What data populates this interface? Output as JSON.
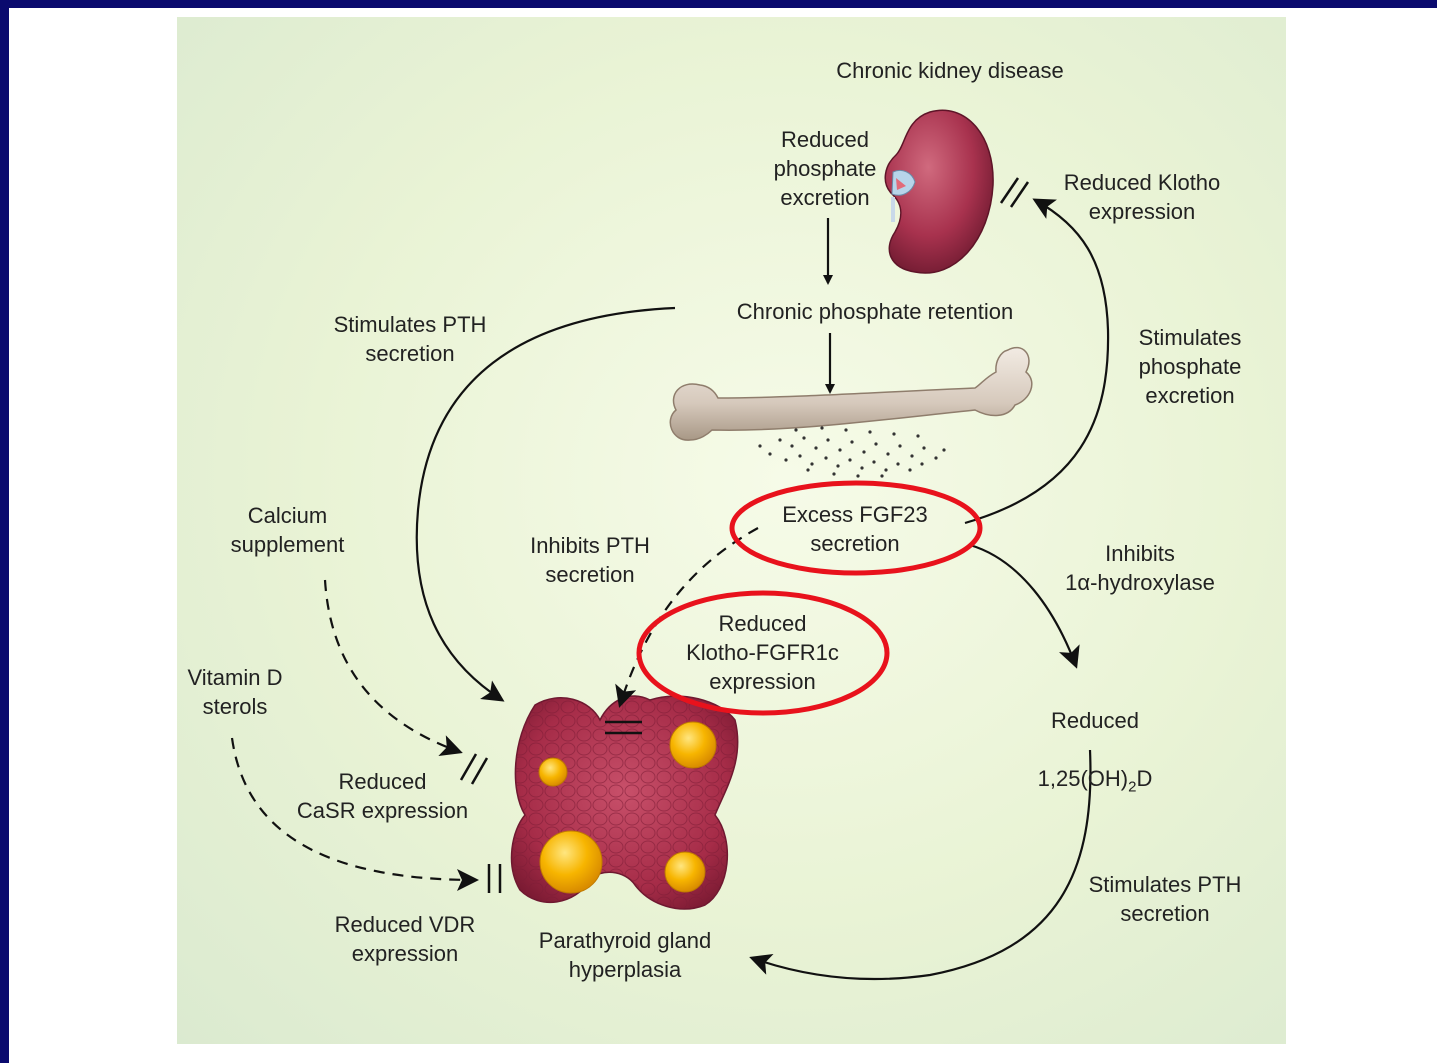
{
  "colors": {
    "frame": "#0a0a6e",
    "panel": "#e9f3d5",
    "highlight": "#e8121c",
    "kidney": "#a8324e",
    "bone": "#d8ccc0",
    "gland": "#a62c48",
    "nodule": "#f7b500"
  },
  "icons": [
    "kidney-icon",
    "femur-bone-icon",
    "parathyroid-gland-icon"
  ],
  "labels": {
    "ckd": "Chronic kidney disease",
    "reduced_phosphate_excretion": "Reduced\nphosphate\nexcretion",
    "reduced_klotho": "Reduced Klotho\nexpression",
    "chronic_phosphate_retention": "Chronic phosphate retention",
    "stimulates_pth_left": "Stimulates PTH\nsecretion",
    "stimulates_phosphate_excretion": "Stimulates\nphosphate\nexcretion",
    "calcium_supplement": "Calcium\nsupplement",
    "inhibits_pth": "Inhibits PTH\nsecretion",
    "excess_fgf23": "Excess FGF23\nsecretion",
    "inhibits_hydroxylase": "Inhibits\n1α-hydroxylase",
    "reduced_klotho_fgfr1c": "Reduced\nKlotho-FGFR1c\nexpression",
    "vitamin_d": "Vitamin D\nsterols",
    "reduced_calcitriol_line1": "Reduced",
    "reduced_calcitriol_line2_a": "1,25(OH)",
    "reduced_calcitriol_sub": "2",
    "reduced_calcitriol_line2_b": "D",
    "reduced_casr": "Reduced\nCaSR expression",
    "stimulates_pth_right": "Stimulates PTH\nsecretion",
    "reduced_vdr": "Reduced VDR\nexpression",
    "parathyroid_hyperplasia": "Parathyroid gland\nhyperplasia"
  }
}
